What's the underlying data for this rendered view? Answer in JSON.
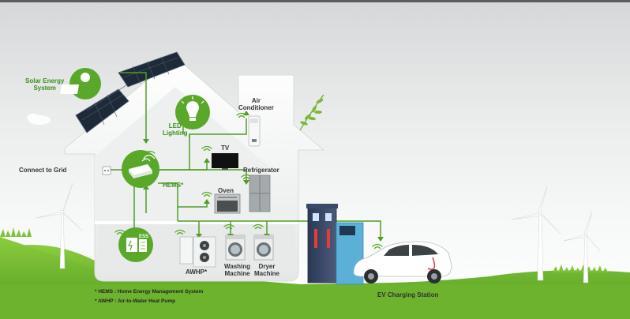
{
  "labels": {
    "solar": [
      "Solar Energy",
      "System"
    ],
    "grid": "Connect to Grid",
    "led": [
      "LED",
      "Lighting"
    ],
    "hems": "HEMS*",
    "air_conditioner": [
      "Air",
      "Conditioner"
    ],
    "tv": "TV",
    "refrigerator": "Refrigerator",
    "oven": "Oven",
    "ess": "ESS",
    "awhp": "AWHP*",
    "washing": [
      "Washing",
      "Machine"
    ],
    "dryer": [
      "Dryer",
      "Machine"
    ],
    "ev_station": "EV Charging Station"
  },
  "footnotes": [
    "* HEMS : Home Energy Management System",
    "* AWHP : Air-to-Water Heat Pump"
  ],
  "colors": {
    "green": "#5aa82a",
    "line_green": "#4f9e22",
    "house": "#f4f5f5",
    "grass": "#7cbf34"
  }
}
